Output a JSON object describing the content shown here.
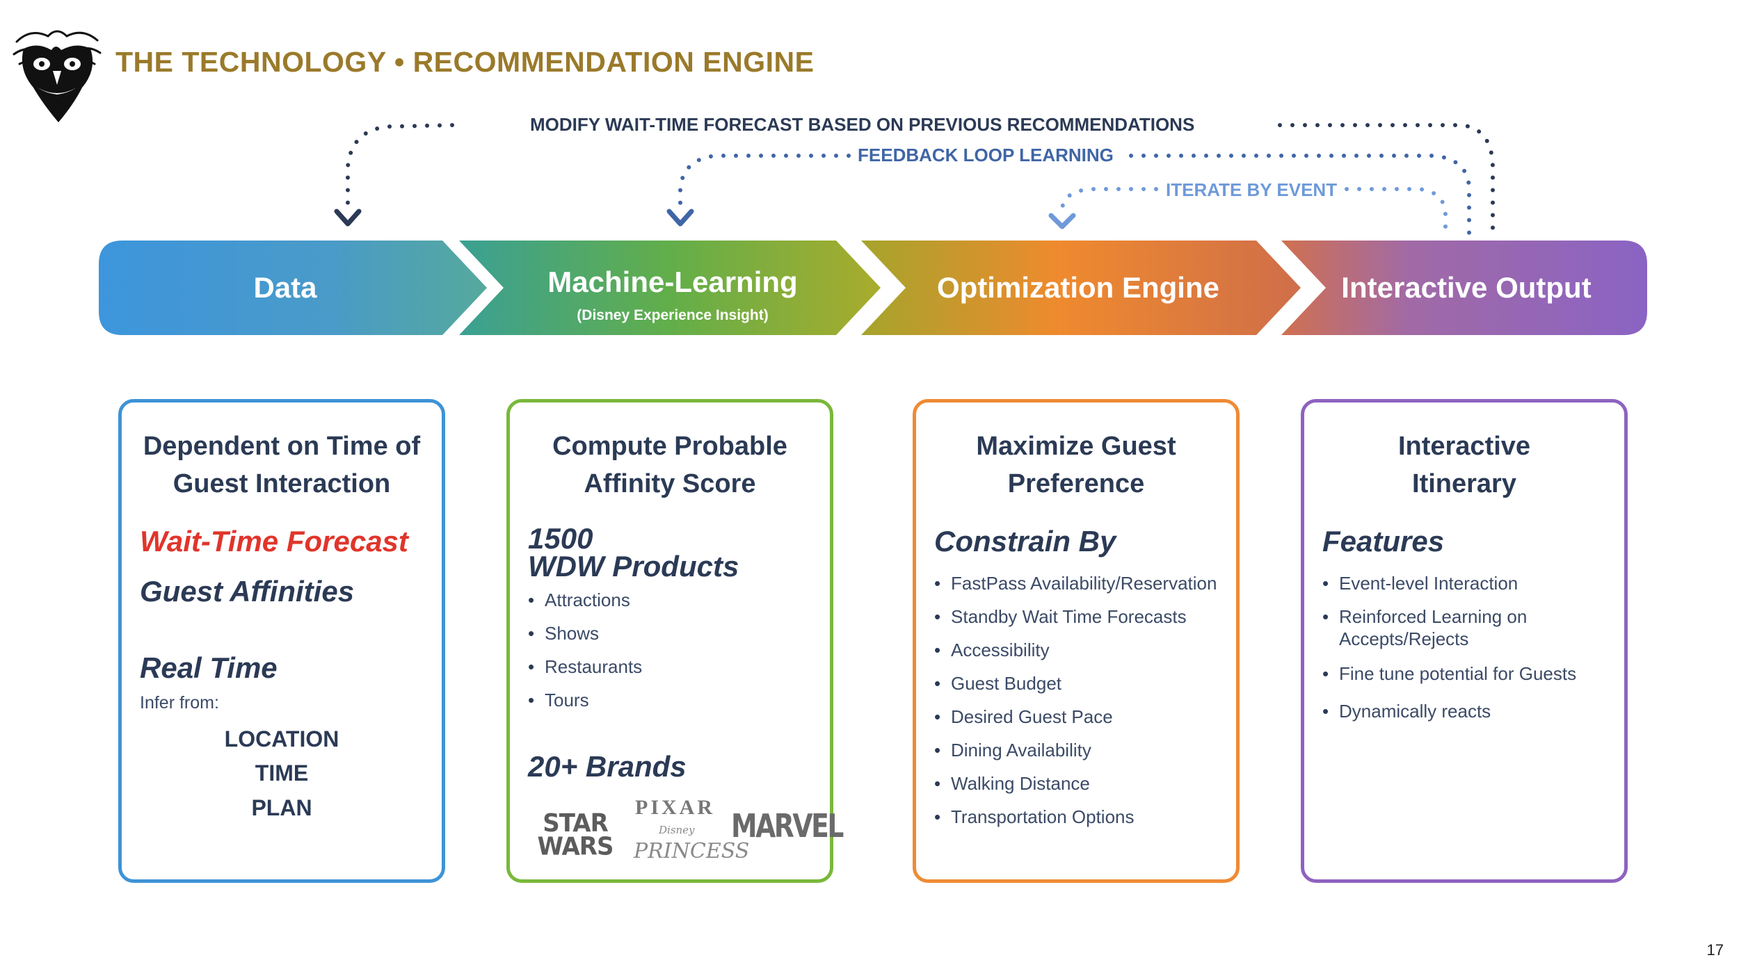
{
  "header": {
    "title": "THE TECHNOLOGY • RECOMMENDATION ENGINE",
    "logo_icon": "owl-face-logo-icon"
  },
  "feedback_loops": {
    "modify": "MODIFY WAIT-TIME FORECAST BASED ON PREVIOUS RECOMMENDATIONS",
    "feedback": "FEEDBACK LOOP LEARNING",
    "iterate": "ITERATE BY EVENT"
  },
  "stages": {
    "data": "Data",
    "ml": "Machine-Learning",
    "ml_sub": "(Disney Experience Insight)",
    "opt": "Optimization Engine",
    "out": "Interactive Output"
  },
  "cards": {
    "data": {
      "title_line1": "Dependent on Time of",
      "title_line2": "Guest Interaction",
      "wait_time": "Wait-Time Forecast",
      "affinities": "Guest Affinities",
      "real_time": "Real Time",
      "infer": "Infer from:",
      "sources": [
        "LOCATION",
        "TIME",
        "PLAN"
      ]
    },
    "ml": {
      "title_line1": "Compute Probable",
      "title_line2": "Affinity Score",
      "products_line1": "1500",
      "products_line2": "WDW Products",
      "items": [
        "Attractions",
        "Shows",
        "Restaurants",
        "Tours"
      ],
      "brands_heading": "20+ Brands",
      "brand_logos": {
        "star_wars": "STAR WARS",
        "pixar": "PIXAR",
        "disney": "Disney",
        "princess": "PRINCESS",
        "marvel": "MARVEL"
      }
    },
    "opt": {
      "title_line1": "Maximize Guest",
      "title_line2": "Preference",
      "heading": "Constrain By",
      "items": [
        "FastPass Availability/Reservation",
        "Standby Wait Time Forecasts",
        "Accessibility",
        "Guest Budget",
        "Desired Guest Pace",
        "Dining Availability",
        "Walking Distance",
        "Transportation Options"
      ]
    },
    "out": {
      "title_line1": "Interactive",
      "title_line2": "Itinerary",
      "heading": "Features",
      "items": [
        "Event-level Interaction",
        "Reinforced Learning on Accepts/Rejects",
        "Fine tune potential for Guests",
        "Dynamically reacts"
      ]
    }
  },
  "colors": {
    "title_gold": "#9a7a2a",
    "data_blue": "#3e93d6",
    "ml_green": "#79b83a",
    "opt_orange": "#ef8a34",
    "out_purple": "#8e62c0",
    "highlight_red": "#e0352b",
    "navy": "#2b3a55"
  },
  "page_number": "17"
}
